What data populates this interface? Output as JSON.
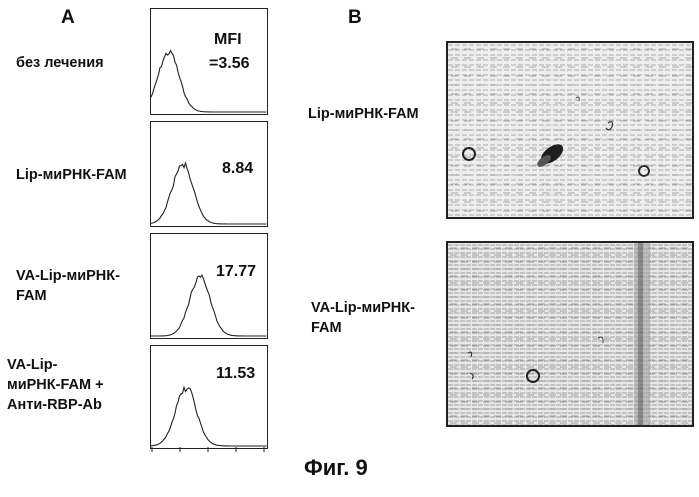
{
  "figure": {
    "caption": "Фиг. 9"
  },
  "panel_a": {
    "letter": "A",
    "rows": [
      {
        "label_lines": [
          "без лечения"
        ],
        "mfi_header": "MFI",
        "mfi": "=3.56"
      },
      {
        "label_lines": [
          "Lip-миРНК-FAM"
        ],
        "mfi": "8.84"
      },
      {
        "label_lines": [
          "VA-Lip-миРНК-",
          "FAM"
        ],
        "mfi": "17.77"
      },
      {
        "label_lines": [
          "VA-Lip-",
          "миРНК-FAM +",
          "Анти-RBP-Ab"
        ],
        "mfi": "11.53"
      }
    ]
  },
  "panel_b": {
    "letter": "B",
    "images": [
      {
        "label_lines": [
          "Lip-миРНК-FAM"
        ]
      },
      {
        "label_lines": [
          "VA-Lip-миРНК-",
          "FAM"
        ]
      }
    ]
  }
}
